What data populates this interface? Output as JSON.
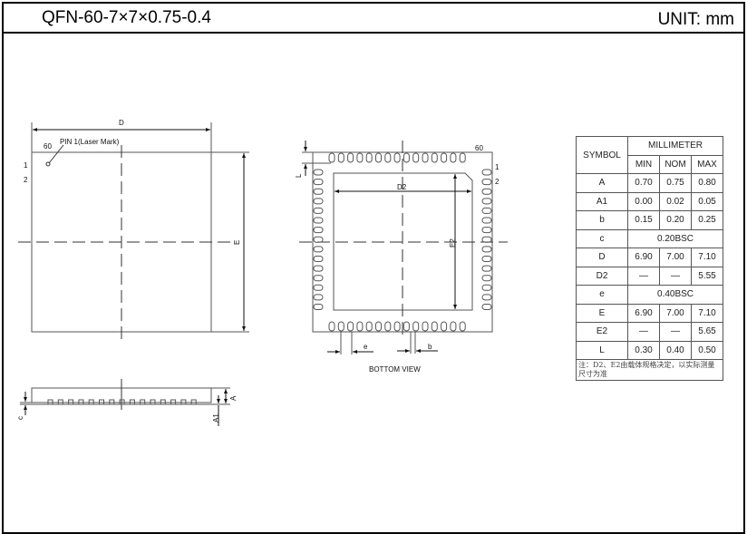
{
  "header": {
    "title": "QFN-60-7×7×0.75-0.4",
    "unit": "UNIT: mm"
  },
  "top_view": {
    "dim_D": "D",
    "dim_E": "E",
    "pin1_label": "PIN 1(Laser Mark)",
    "pin_60": "60",
    "pin_1": "1",
    "pin_2": "2"
  },
  "bottom_view": {
    "caption": "BOTTOM VIEW",
    "dim_D2": "D2",
    "dim_E2": "E2",
    "dim_L": "L",
    "dim_e": "e",
    "dim_b": "b",
    "pin_60": "60",
    "pin_1": "1",
    "pin_2": "2",
    "pads_per_side": 15
  },
  "side_view": {
    "dim_c": "c",
    "dim_A": "A",
    "dim_A1": "A1"
  },
  "table": {
    "symbol_header": "SYMBOL",
    "group_header": "MILLIMETER",
    "col_min": "MIN",
    "col_nom": "NOM",
    "col_max": "MAX",
    "rows": [
      {
        "symbol": "A",
        "min": "0.70",
        "nom": "0.75",
        "max": "0.80"
      },
      {
        "symbol": "A1",
        "min": "0.00",
        "nom": "0.02",
        "max": "0.05"
      },
      {
        "symbol": "b",
        "min": "0.15",
        "nom": "0.20",
        "max": "0.25"
      },
      {
        "symbol": "c",
        "span": "0.20BSC"
      },
      {
        "symbol": "D",
        "min": "6.90",
        "nom": "7.00",
        "max": "7.10"
      },
      {
        "symbol": "D2",
        "min": "—",
        "nom": "—",
        "max": "5.55"
      },
      {
        "symbol": "e",
        "span": "0.40BSC"
      },
      {
        "symbol": "E",
        "min": "6.90",
        "nom": "7.00",
        "max": "7.10"
      },
      {
        "symbol": "E2",
        "min": "—",
        "nom": "—",
        "max": "5.65"
      },
      {
        "symbol": "L",
        "min": "0.30",
        "nom": "0.40",
        "max": "0.50"
      }
    ],
    "note": "注：D2、E2由载体规格决定，以实际测量尺寸为准"
  }
}
